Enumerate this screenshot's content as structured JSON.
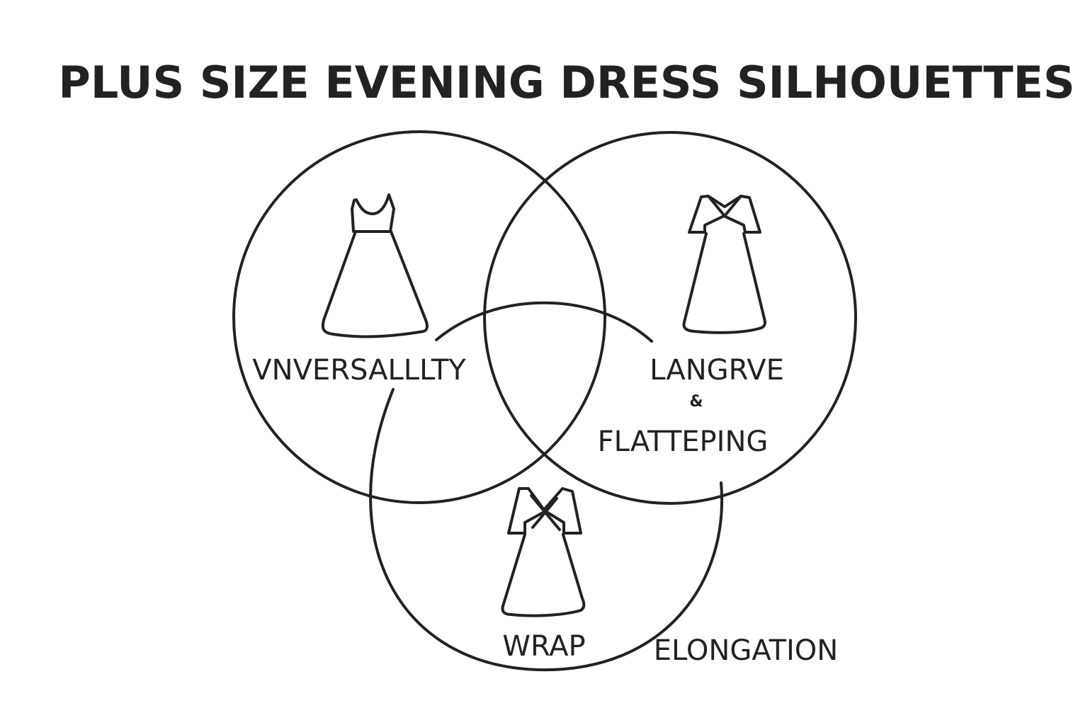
{
  "title": "PLUS SIZE EVENING DRESS SILHOUETTES",
  "labels": {
    "left": "VNVERSALLLTY",
    "right_line1": "LANGRVE",
    "right_ampersand": "&",
    "right_line2": "FLATTEPING",
    "bottom": "WRAP",
    "outside": "ELONGATION"
  },
  "icons": {
    "left": "a-line-dress-icon",
    "right": "v-neck-sleeved-dress-icon",
    "bottom": "wrap-dress-icon"
  },
  "colors": {
    "ink": "#222222",
    "background": "#ffffff"
  }
}
